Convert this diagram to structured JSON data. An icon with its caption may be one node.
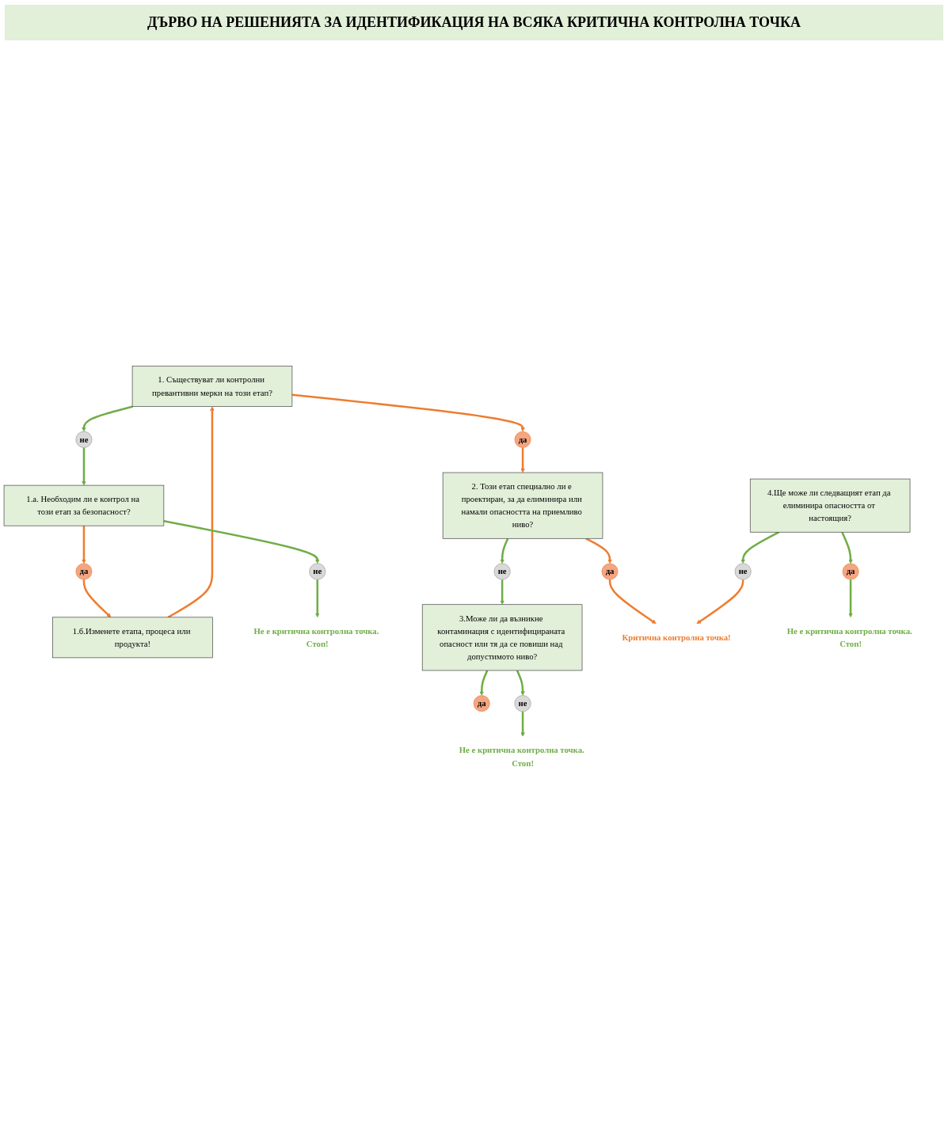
{
  "diagram": {
    "title": "ДЪРВО НА РЕШЕНИЯТА ЗА ИДЕНТИФИКАЦИЯ НА ВСЯКА КРИТИЧНА КОНТРОЛНА ТОЧКА",
    "nodes": [
      {
        "text": [
          "1. Съществуват ли контролни превантивни мерки на този етап?"
        ]
      },
      {
        "text": [
          "да"
        ]
      },
      {
        "text": [
          "не"
        ]
      },
      {
        "text": [
          "1.а. Необходим ли е контрол на този етап за безопасност?"
        ]
      },
      {
        "text": [
          "да"
        ]
      },
      {
        "text": [
          "1.б.Изменете етапа, процеса или продукта!"
        ]
      },
      {
        "text": [
          "не"
        ]
      },
      {
        "text": [
          "Не е критична контролна точка. Стоп!"
        ]
      },
      {
        "text": [
          "2. Този етап специално ли е проектиран, за да елиминира или намали опасността на приемливо ниво?"
        ]
      },
      {
        "text": [
          "да"
        ]
      },
      {
        "text": [
          "не"
        ]
      },
      {
        "text": [
          "3.Може ли да възникне контаминация с идентифицираната опасност или тя да се повиши над допустимото ниво?"
        ]
      },
      {
        "text": [
          "да"
        ]
      },
      {
        "text": [
          "не"
        ]
      },
      {
        "text": [
          "Не е критична контролна точка. Стоп!"
        ]
      },
      {
        "text": [
          "4.Ще може ли следващият етап да елиминира опасността от настоящия?"
        ]
      },
      {
        "text": [
          "да"
        ]
      },
      {
        "text": [
          "не"
        ]
      },
      {
        "text": [
          "Критична контролна точка!"
        ]
      },
      {
        "text": [
          "Не е критична контролна точка. Стоп!"
        ]
      }
    ],
    "edges": [
      {
        "from": 0,
        "to": 1,
        "arrow": "to",
        "color": "#ed7d31"
      },
      {
        "from": 0,
        "to": 2,
        "arrow": "to"
      },
      {
        "from": 1,
        "to": 8,
        "arrow": "to",
        "color": "#ed7d31"
      },
      {
        "from": 2,
        "to": 3,
        "arrow": "to"
      },
      {
        "from": 3,
        "to": 4,
        "arrow": "to",
        "color": "#ed7d31"
      },
      {
        "from": 4,
        "to": 5,
        "arrow": "to",
        "color": "#ed7d31"
      },
      {
        "from": 5,
        "to": 0,
        "arrow": "to",
        "color": "#ed7d31"
      },
      {
        "from": 3,
        "to": 6,
        "arrow": "to"
      },
      {
        "from": 6,
        "to": 7,
        "arrow": "to"
      },
      {
        "from": 8,
        "to": 9,
        "arrow": "to",
        "color": "#ed7d31"
      },
      {
        "from": 8,
        "to": 10,
        "arrow": "to"
      },
      {
        "from": 9,
        "to": 18,
        "arrow": "to",
        "color": "#ed7d31"
      },
      {
        "from": 10,
        "to": 11,
        "arrow": "to"
      },
      {
        "from": 11,
        "to": 12,
        "arrow": "to"
      },
      {
        "from": 11,
        "to": 13,
        "arrow": "to"
      },
      {
        "from": 13,
        "to": 14,
        "arrow": "to"
      },
      {
        "from": 15,
        "to": 16,
        "arrow": "to"
      },
      {
        "from": 15,
        "to": 17,
        "arrow": "to"
      },
      {
        "from": 17,
        "to": 18,
        "arrow": "to",
        "color": "#ed7d31"
      },
      {
        "from": 16,
        "to": 19,
        "arrow": "to"
      }
    ]
  }
}
